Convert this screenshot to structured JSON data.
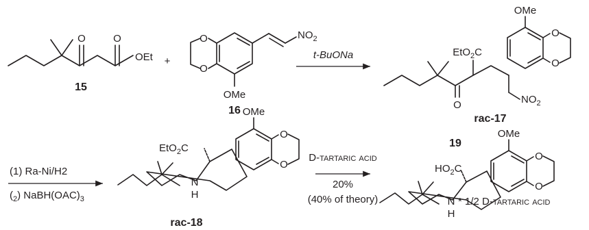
{
  "compounds": {
    "c15": {
      "label": "15",
      "ester": "OEt"
    },
    "c16": {
      "label": "16",
      "nitro": "NO2",
      "methoxy": "OMe"
    },
    "c17": {
      "label": "rac-17",
      "ester": "EtO2C",
      "nitro": "NO2",
      "methoxy": "OMe"
    },
    "c18": {
      "label": "rac-18",
      "ester": "EtO2C",
      "amine": "N",
      "amine_h": "H",
      "methoxy": "OMe"
    },
    "c19": {
      "label": "19",
      "acid": "HO2C",
      "amine": "N",
      "amine_h": "H",
      "methoxy": "OMe",
      "salt": "* 1/2 D-tartaric acid"
    }
  },
  "plus_sign": "+",
  "oxygen": "O",
  "steps": [
    {
      "reagent": "t-BuONa"
    },
    {
      "reagents": [
        "(1) Ra-Ni/H2",
        "(2) NaBH(OAC)3"
      ]
    },
    {
      "reagent": "D-tartaric acid",
      "yield": "20%",
      "note": "(40% of theory)"
    }
  ]
}
